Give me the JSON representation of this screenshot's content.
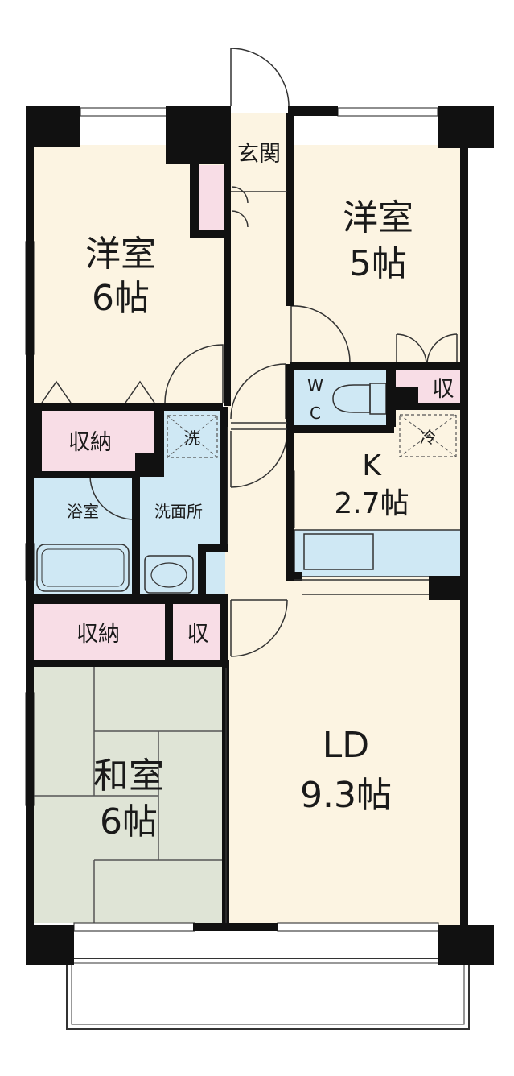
{
  "floorplan": {
    "rooms": {
      "western_6": {
        "name": "洋室",
        "size": "6帖"
      },
      "western_5": {
        "name": "洋室",
        "size": "5帖"
      },
      "entrance": {
        "name": "玄関"
      },
      "wc": {
        "line1": "W",
        "line2": "C"
      },
      "storage_small_top": {
        "name": "収"
      },
      "storage_western6": {
        "name": "収納"
      },
      "washing_machine": {
        "name": "洗"
      },
      "fridge": {
        "name": "冷"
      },
      "kitchen": {
        "name": "K",
        "size": "2.7帖"
      },
      "bath": {
        "name": "浴室"
      },
      "washroom": {
        "name": "洗面所"
      },
      "storage_lower": {
        "name": "収納"
      },
      "storage_small_mid": {
        "name": "収"
      },
      "japanese": {
        "name": "和室",
        "size": "6帖"
      },
      "ld": {
        "name": "LD",
        "size": "9.3帖"
      }
    }
  }
}
